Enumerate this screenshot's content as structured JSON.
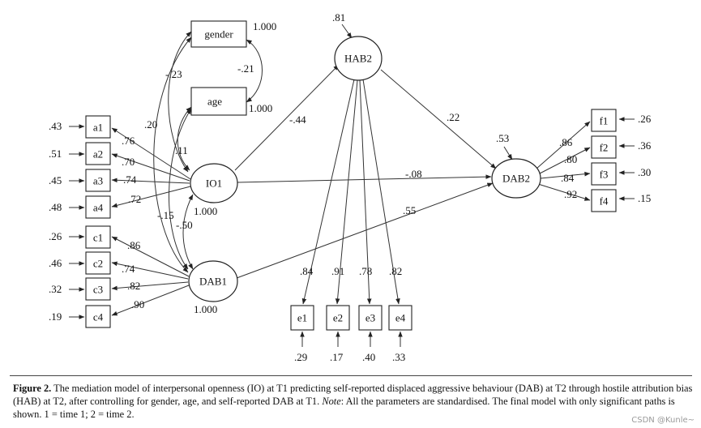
{
  "figure": {
    "nodes": {
      "gender": "gender",
      "age": "age",
      "io1": "IO1",
      "dab1": "DAB1",
      "hab2": "HAB2",
      "dab2": "DAB2",
      "a1": "a1",
      "a2": "a2",
      "a3": "a3",
      "a4": "a4",
      "c1": "c1",
      "c2": "c2",
      "c3": "c3",
      "c4": "c4",
      "e1": "e1",
      "e2": "e2",
      "e3": "e3",
      "e4": "e4",
      "f1": "f1",
      "f2": "f2",
      "f3": "f3",
      "f4": "f4"
    },
    "variances": {
      "gender": "1.000",
      "age": "1.000",
      "io1": "1.000",
      "dab1": "1.000",
      "hab2": ".81",
      "dab2": ".53"
    },
    "error_variances": {
      "a1": ".43",
      "a2": ".51",
      "a3": ".45",
      "a4": ".48",
      "c1": ".26",
      "c2": ".46",
      "c3": ".32",
      "c4": ".19",
      "e1": ".29",
      "e2": ".17",
      "e3": ".40",
      "e4": ".33",
      "f1": ".26",
      "f2": ".36",
      "f3": ".30",
      "f4": ".15"
    },
    "loadings": {
      "a1": ".76",
      "a2": ".70",
      "a3": ".74",
      "a4": ".72",
      "c1": ".86",
      "c2": ".74",
      "c3": ".82",
      "c4": ".90",
      "e1": ".84",
      "e2": ".91",
      "e3": ".78",
      "e4": ".82",
      "f1": ".86",
      "f2": ".80",
      "f3": ".84",
      "f4": ".92"
    },
    "paths": {
      "io1_hab2": "-.44",
      "hab2_dab2": ".22",
      "io1_dab2": "-.08",
      "dab1_dab2": ".55"
    },
    "correlations": {
      "gender_age": "-.21",
      "gender_io1": "-.23",
      "gender_dab1": ".20",
      "age_io1": ".11",
      "age_dab1": "-.15",
      "io1_dab1": "-.50"
    }
  },
  "caption": {
    "label": "Figure 2.",
    "text_1": " The mediation model of interpersonal openness (IO) at T1 predicting self-reported displaced aggressive behaviour (DAB) at T2 through hostile attribution bias (HAB) at T2, after controlling for gender, age, and self-reported DAB at T1. ",
    "note_label": "Note",
    "text_2": ": All the parameters are standardised. The final model with only significant paths is shown. 1 = time 1; 2 = time 2."
  },
  "watermark": "CSDN @Kunle~"
}
